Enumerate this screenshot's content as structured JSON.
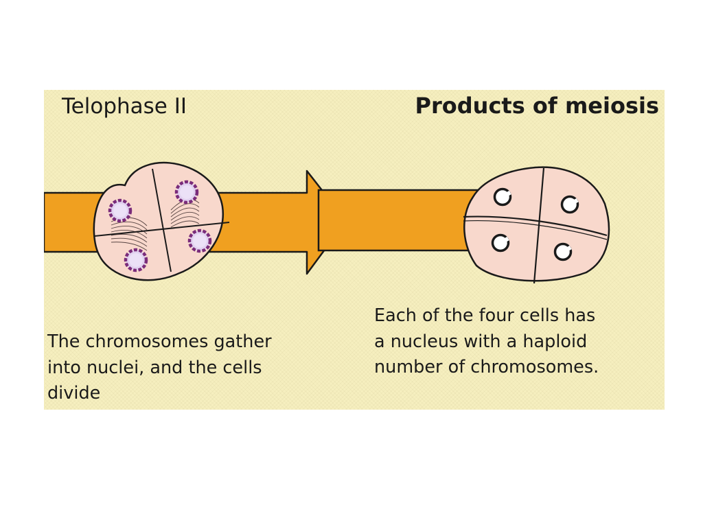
{
  "telophase": {
    "title": "Telophase II",
    "caption_lines": [
      "The chromosomes gather",
      "into nuclei, and the cells",
      "divide"
    ]
  },
  "products": {
    "title": "Products of meiosis",
    "caption_lines": [
      "Each of the four cells has",
      "a nucleus with a haploid",
      "number of chromosomes."
    ]
  },
  "colors": {
    "panel_background": "#f6efbf",
    "arrow": "#f0a020",
    "cell_fill": "#f8d8cc",
    "nucleus_fill": "#e2d2f0",
    "nucleus_outline": "#7a2c7a"
  }
}
